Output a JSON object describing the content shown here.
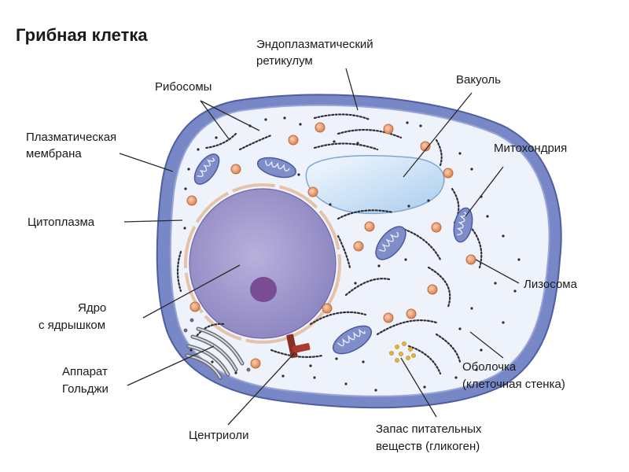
{
  "title": "Грибная клетка",
  "labels": {
    "ribosomes": "Рибосомы",
    "er_1": "Эндоплазматический",
    "er_2": "ретикулум",
    "vacuole": "Вакуоль",
    "membrane_1": "Плазматическая",
    "membrane_2": "мембрана",
    "mitochondrion": "Митохондрия",
    "cytoplasm": "Цитоплазма",
    "lysosome": "Лизосома",
    "nucleus_1": "Ядро",
    "nucleus_2": "с ядрышком",
    "wall_1": "Оболочка",
    "wall_2": "(клеточная стенка)",
    "golgi_1": "Аппарат",
    "golgi_2": "Гольджи",
    "centrioles": "Центриоли",
    "glycogen_1": "Запас питательных",
    "glycogen_2": "веществ (гликоген)"
  },
  "colors": {
    "cell_wall": "#6c7bc0",
    "cytoplasm": "#eef3fb",
    "nucleus": "#9a92c9",
    "nucleolus": "#7a4c93",
    "vacuole": "#bcd9f2",
    "mitochondrion": "#7f8ec9",
    "lysosome": "#e89a6b",
    "centriole": "#8b2f24",
    "glycogen": "#e7b23a"
  }
}
